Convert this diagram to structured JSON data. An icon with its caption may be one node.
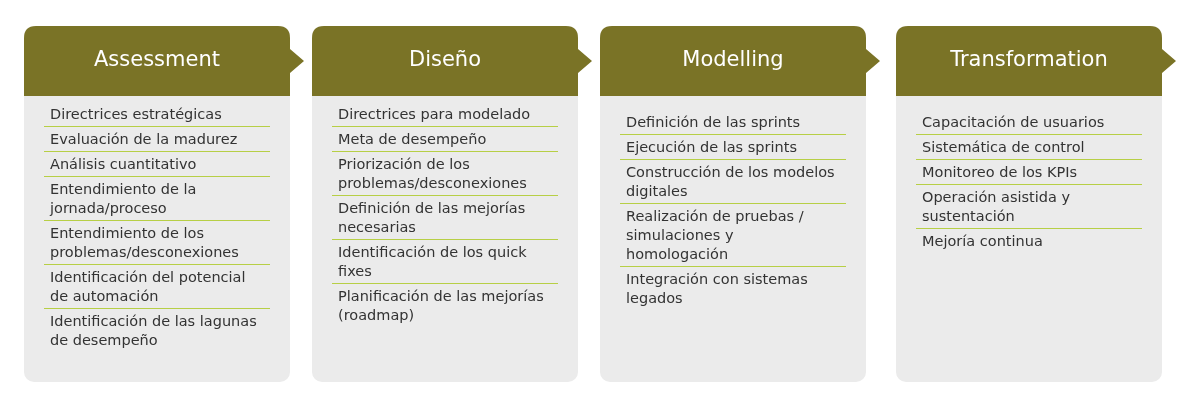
{
  "diagram": {
    "nodes": [
      {
        "text": [
          "Assessment"
        ]
      },
      {
        "text": [
          "Directrices estratégicas"
        ],
        "in": 0
      },
      {
        "text": [
          "Evaluación de la madurez"
        ],
        "in": 0
      },
      {
        "text": [
          "Análisis cuantitativo"
        ],
        "in": 0
      },
      {
        "text": [
          "Entendimiento de la jornada/proceso"
        ],
        "in": 0
      },
      {
        "text": [
          "Entendimiento de los problemas/desconexiones"
        ],
        "in": 0
      },
      {
        "text": [
          "Identificación del potencial de automación"
        ],
        "in": 0
      },
      {
        "text": [
          "Identificación de las lagunas de desempeño"
        ],
        "in": 0
      },
      {
        "text": [
          "Diseño"
        ]
      },
      {
        "text": [
          "Directrices para modelado"
        ],
        "in": 8
      },
      {
        "text": [
          "Meta de desempeño"
        ],
        "in": 8
      },
      {
        "text": [
          "Priorización de los problemas/desconexiones"
        ],
        "in": 8
      },
      {
        "text": [
          "Definición de las mejorías necesarias"
        ],
        "in": 8
      },
      {
        "text": [
          "Identificación de los quick fixes"
        ],
        "in": 8
      },
      {
        "text": [
          "Planificación de las mejorías (roadmap)"
        ],
        "in": 8
      },
      {
        "text": [
          "Modelling"
        ]
      },
      {
        "text": [
          "Definición de las sprints"
        ],
        "in": 15
      },
      {
        "text": [
          "Ejecución de las sprints"
        ],
        "in": 15
      },
      {
        "text": [
          "Construcción de los modelos digitales"
        ],
        "in": 15
      },
      {
        "text": [
          "Realización de pruebas / simulaciones y homologación"
        ],
        "in": 15
      },
      {
        "text": [
          "Integración con sistemas legados"
        ],
        "in": 15
      },
      {
        "text": [
          "Transformation"
        ]
      },
      {
        "text": [
          "Capacitación de usuarios"
        ],
        "in": 21
      },
      {
        "text": [
          "Sistemática de control"
        ],
        "in": 21
      },
      {
        "text": [
          "Monitoreo de los KPIs"
        ],
        "in": 21
      },
      {
        "text": [
          "Operación asistida y sustentación"
        ],
        "in": 21
      },
      {
        "text": [
          "Mejoría continua"
        ],
        "in": 21
      }
    ],
    "edges": []
  }
}
